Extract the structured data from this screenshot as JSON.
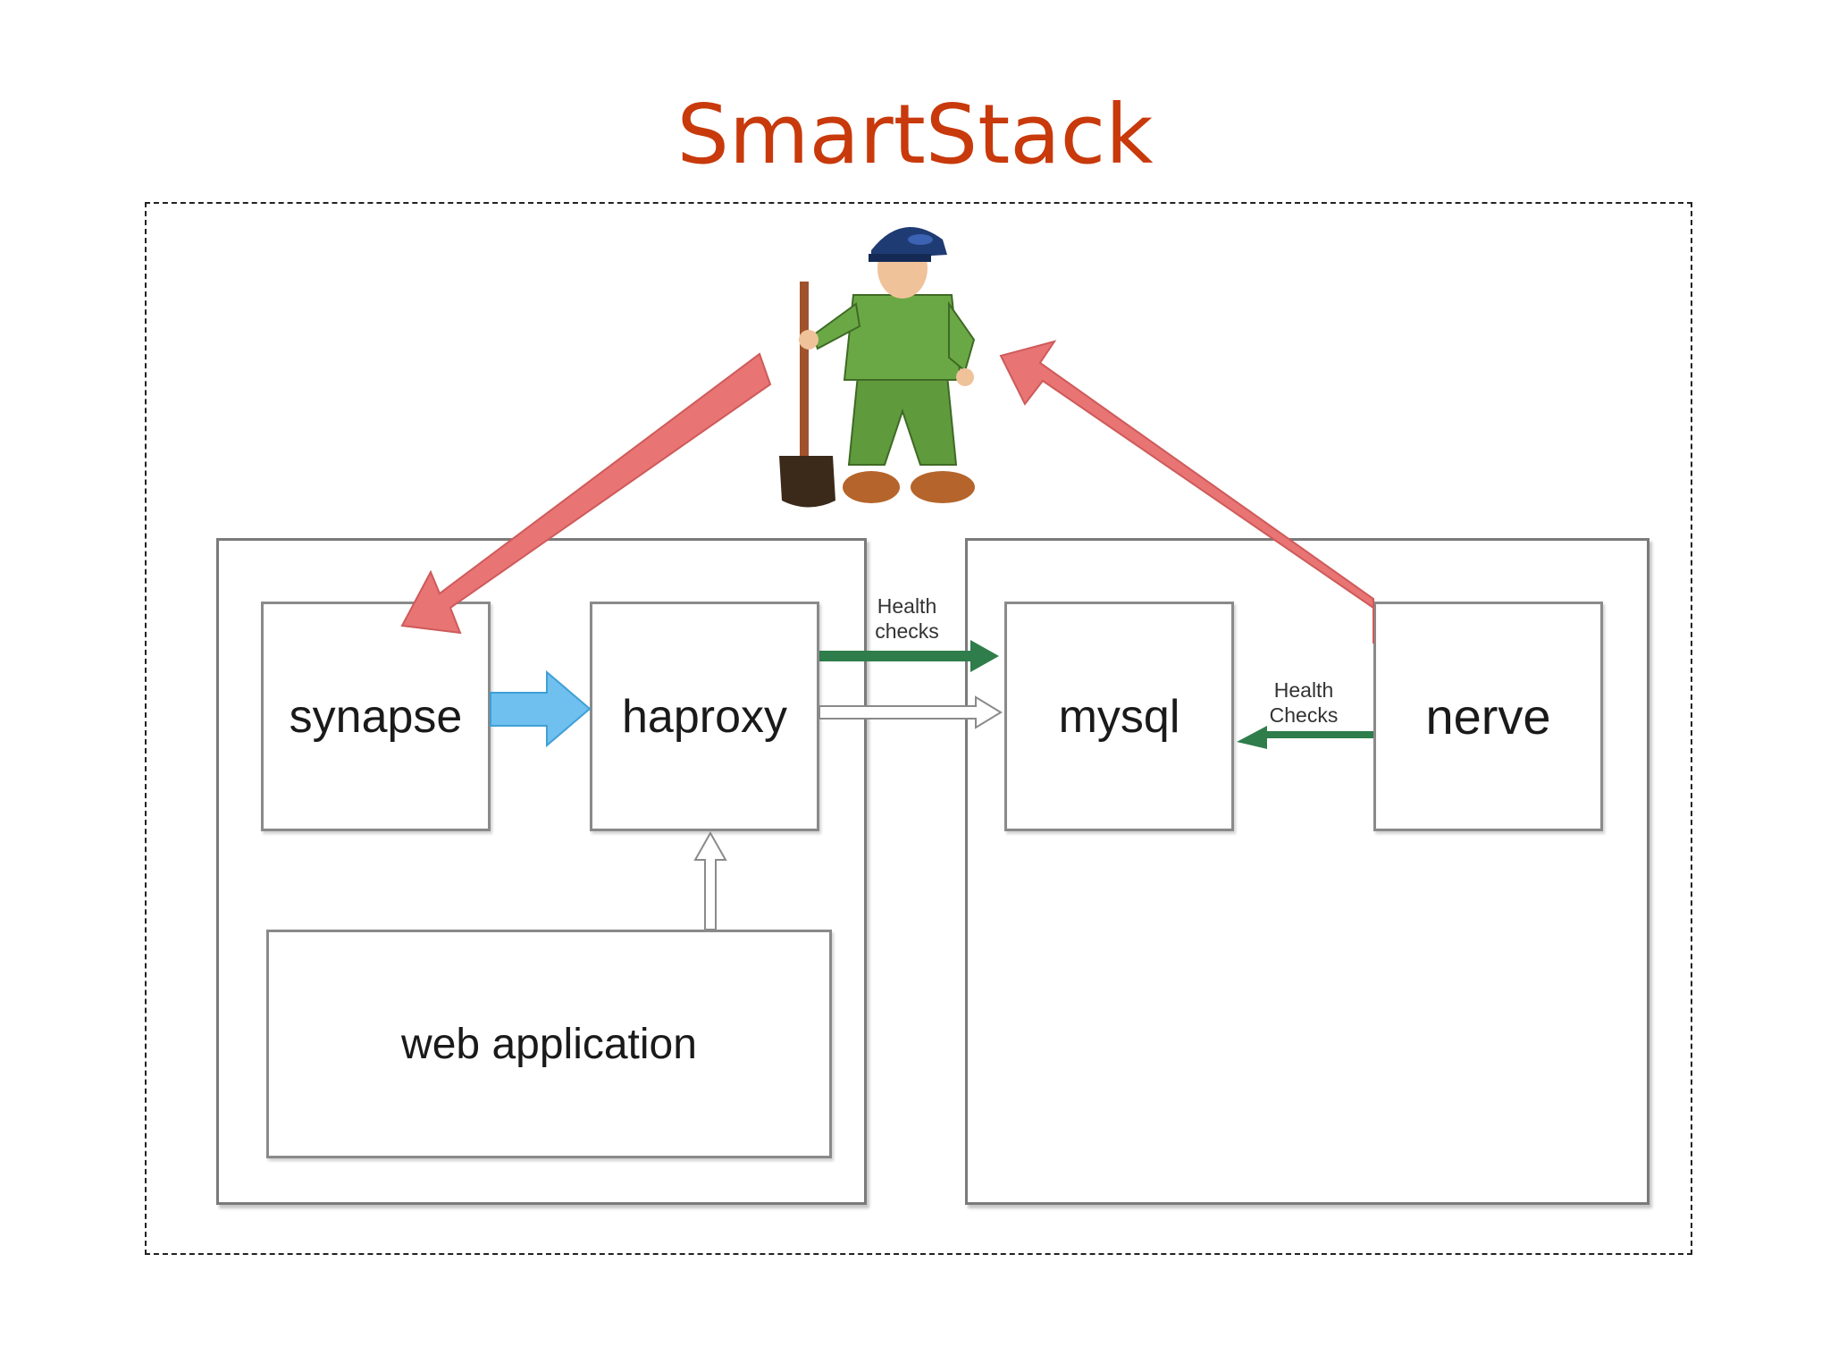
{
  "title": "SmartStack",
  "components": {
    "synapse": "synapse",
    "haproxy": "haproxy",
    "mysql": "mysql",
    "nerve": "nerve",
    "web_application": "web application"
  },
  "labels": {
    "health_checks_top": "Health checks",
    "health_checks_right": "Health Checks"
  },
  "colors": {
    "title": "#c8390b",
    "red_arrow": "#e87474",
    "blue_arrow": "#6fc0ef",
    "green_arrow": "#2e7d4b"
  },
  "icons": {
    "mascot": "zookeeper-icon"
  }
}
